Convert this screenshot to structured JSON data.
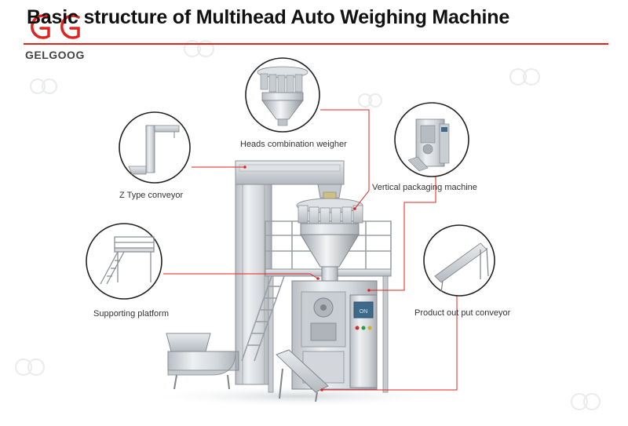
{
  "header": {
    "title": "Basic structure of Multihead Auto Weighing Machine",
    "logo_text": "GELGOOG",
    "logo_mark": "GG",
    "accent_color": "#e0231e"
  },
  "components": [
    {
      "id": "heads-combination-weigher",
      "label": "Heads combination weigher",
      "icon": "weigher-icon"
    },
    {
      "id": "z-type-conveyor",
      "label": "Z Type conveyor",
      "icon": "z-conveyor-icon"
    },
    {
      "id": "vertical-packaging-machine",
      "label": "Vertical packaging machine",
      "icon": "packaging-machine-icon"
    },
    {
      "id": "supporting-platform",
      "label": "Supporting platform",
      "icon": "platform-icon"
    },
    {
      "id": "product-output-conveyor",
      "label": "Product out put  conveyor",
      "icon": "output-conveyor-icon"
    }
  ],
  "panel": {
    "display_text": "ON"
  }
}
